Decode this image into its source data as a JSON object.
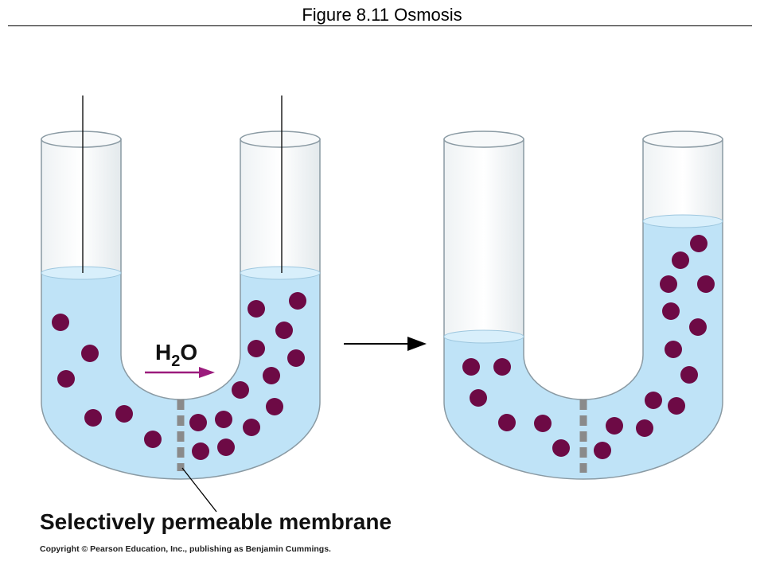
{
  "title": "Figure 8.11  Osmosis",
  "labels": {
    "water_h": "H",
    "water_sub": "2",
    "water_o": "O",
    "membrane": "Selectively permeable membrane",
    "copyright": "Copyright © Pearson Education, Inc., publishing as Benjamin Cummings."
  },
  "colors": {
    "water": "#bfe3f7",
    "water_surface": "#d8effb",
    "tube_outline": "#8a9aa3",
    "solute": "#6d0a45",
    "flow_arrow": "#9b1b7c",
    "membrane": "#8a8a8a"
  },
  "icons": {
    "flow_arrow": "arrow-right-icon",
    "transition_arrow": "arrow-right-icon"
  }
}
